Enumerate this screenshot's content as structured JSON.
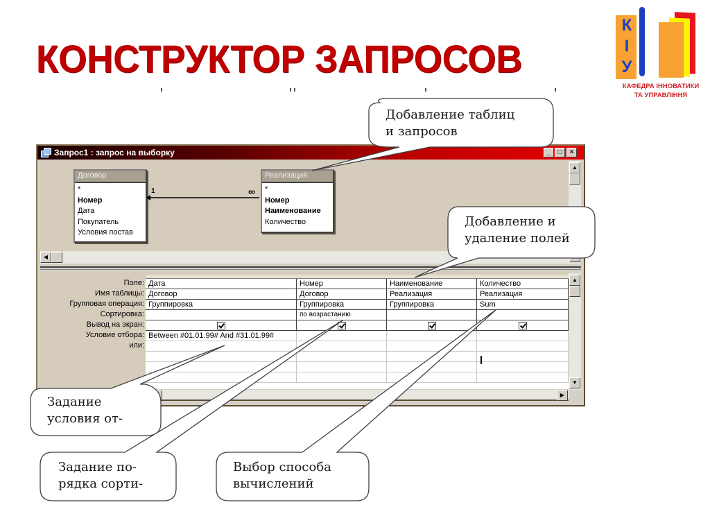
{
  "slide": {
    "title": "КОНСТРУКТОР ЗАПРОСОВ",
    "title_color": "#c00000"
  },
  "logo": {
    "letters": [
      "К",
      "І",
      "У"
    ],
    "line1": "КАФЕДРА ІННОВАТИКИ",
    "line2": "ТА УПРАВЛІННЯ",
    "colors": {
      "red": "#e8141c",
      "yellow": "#fff200",
      "orange": "#f7a233",
      "blue": "#1d3fbf"
    }
  },
  "window": {
    "title": "Запрос1 : запрос на выборку",
    "buttons": {
      "minimize": "_",
      "maximize": "□",
      "close": "×"
    },
    "titlebar_color": "#c00000"
  },
  "tables": [
    {
      "name": "Договор",
      "fields": [
        {
          "label": "*",
          "key": false
        },
        {
          "label": "Номер",
          "key": true
        },
        {
          "label": "Дата",
          "key": false
        },
        {
          "label": "Покупатель",
          "key": false
        },
        {
          "label": "Условия постав",
          "key": false
        }
      ]
    },
    {
      "name": "Реализация",
      "fields": [
        {
          "label": "*",
          "key": false
        },
        {
          "label": "Номер",
          "key": true
        },
        {
          "label": "Наименование",
          "key": true
        },
        {
          "label": "Количество",
          "key": false
        }
      ]
    }
  ],
  "relationship": {
    "one_side": "1",
    "many_side": "∞"
  },
  "grid": {
    "row_labels": [
      "Поле:",
      "Имя таблицы:",
      "Групповая операция:",
      "Сортировка:",
      "Вывод на экран:",
      "Условие отбора:",
      "или:"
    ],
    "columns": [
      {
        "field": "Дата",
        "table": "Договор",
        "group": "Группировка",
        "sort": "",
        "show": true,
        "criteria": "Between #01.01.99# And #31.01.99#",
        "or": ""
      },
      {
        "field": "Номер",
        "table": "Договор",
        "group": "Группировка",
        "sort": "по возрастанию",
        "show": true,
        "criteria": "",
        "or": ""
      },
      {
        "field": "Наименование",
        "table": "Реализация",
        "group": "Группировка",
        "sort": "",
        "show": true,
        "criteria": "",
        "or": ""
      },
      {
        "field": "Количество",
        "table": "Реализация",
        "group": "Sum",
        "sort": "",
        "show": true,
        "criteria": "",
        "or": ""
      }
    ]
  },
  "callouts": {
    "add_tables": {
      "line1": "Добавление таблиц",
      "line2": "и запросов"
    },
    "add_fields": {
      "line1": "Добавление и",
      "line2": "удаление полей"
    },
    "criteria": {
      "line1": "Задание",
      "line2": "условия от-"
    },
    "sort": {
      "line1": "Задание по-",
      "line2": "рядка сорти-"
    },
    "calc": {
      "line1": "Выбор способа",
      "line2": "вычислений"
    }
  }
}
